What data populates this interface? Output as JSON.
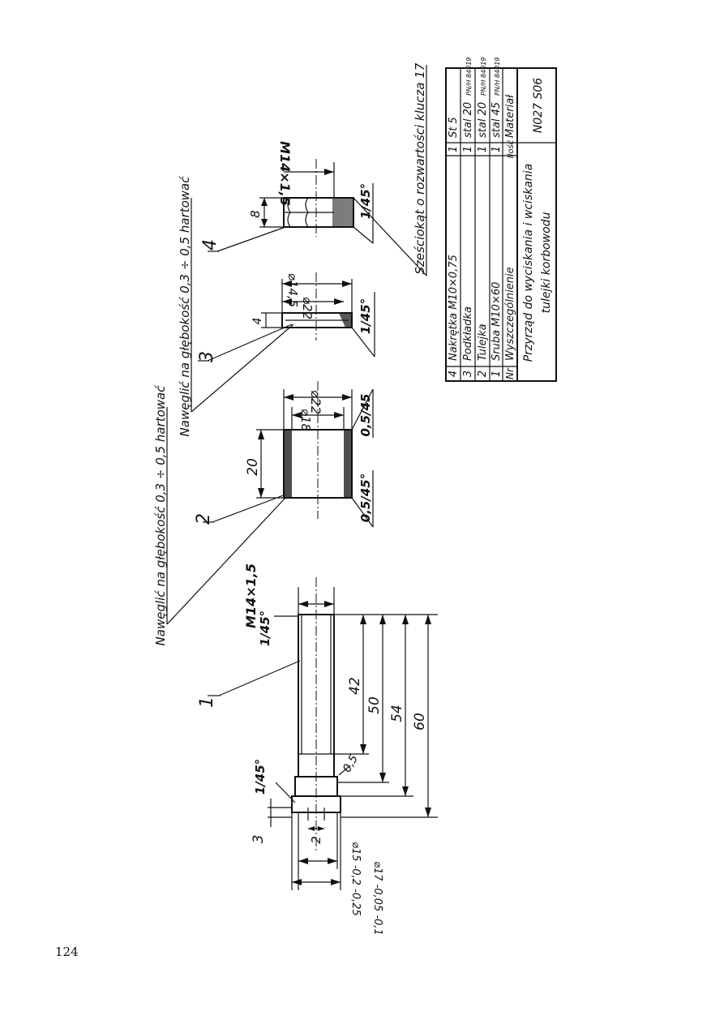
{
  "page_number": "124",
  "notes": {
    "carburize_1": "Nawęglić na głębokość 0,3 ÷ 0,5 hartować",
    "carburize_2": "Nawęglić na głębokość 0,3 ÷ 0,5 hartować",
    "hexagon_note": "Sześciokąt o rozwartości klucza 17"
  },
  "part1": {
    "number": "1",
    "thread": "M14×1,5",
    "chamfer_end": "1/45°",
    "chamfer_head": "1/45°",
    "fillet": "0,5",
    "len_42": "42",
    "len_50": "50",
    "len_54": "54",
    "len_60": "60",
    "dim_3": "3",
    "dim_2": "2",
    "dia_15": "⌀15 -0,2 -0,25",
    "dia_17": "⌀17 -0,05 -0,1"
  },
  "part2": {
    "number": "2",
    "length": "20",
    "inner_dia": "⌀18",
    "outer_dia": "⌀22",
    "chamfer_a": "0,5/45°",
    "chamfer_b": "0,5/45"
  },
  "part3": {
    "number": "3",
    "thickness": "4",
    "dia_22": "⌀22",
    "dia_145": "⌀14,5",
    "chamfer": "1/45°"
  },
  "part4": {
    "number": "4",
    "width": "8",
    "thread": "M14×1,5",
    "chamfer": "1/45°"
  },
  "table": {
    "rows": [
      {
        "nr": "4",
        "name": "Nakrętka M10×0,75",
        "qty": "1",
        "material": "St 5",
        "std": ""
      },
      {
        "nr": "3",
        "name": "Podkładka",
        "qty": "1",
        "material": "stal 20",
        "std": "PN/H 84019"
      },
      {
        "nr": "2",
        "name": "Tulejka",
        "qty": "1",
        "material": "stal 20",
        "std": "PN/H 84019"
      },
      {
        "nr": "1",
        "name": "Śruba M10×60",
        "qty": "1",
        "material": "stal 45",
        "std": "PN/H 84019"
      }
    ],
    "header": {
      "nr": "Nr",
      "name": "Wyszczególnienie",
      "qty": "Ilość",
      "material": "Materiał"
    },
    "title_line1": "Przyrząd do wyciskania i wciskania",
    "title_line2": "tulejki korbowodu",
    "drawing_no": "N027 S06"
  }
}
